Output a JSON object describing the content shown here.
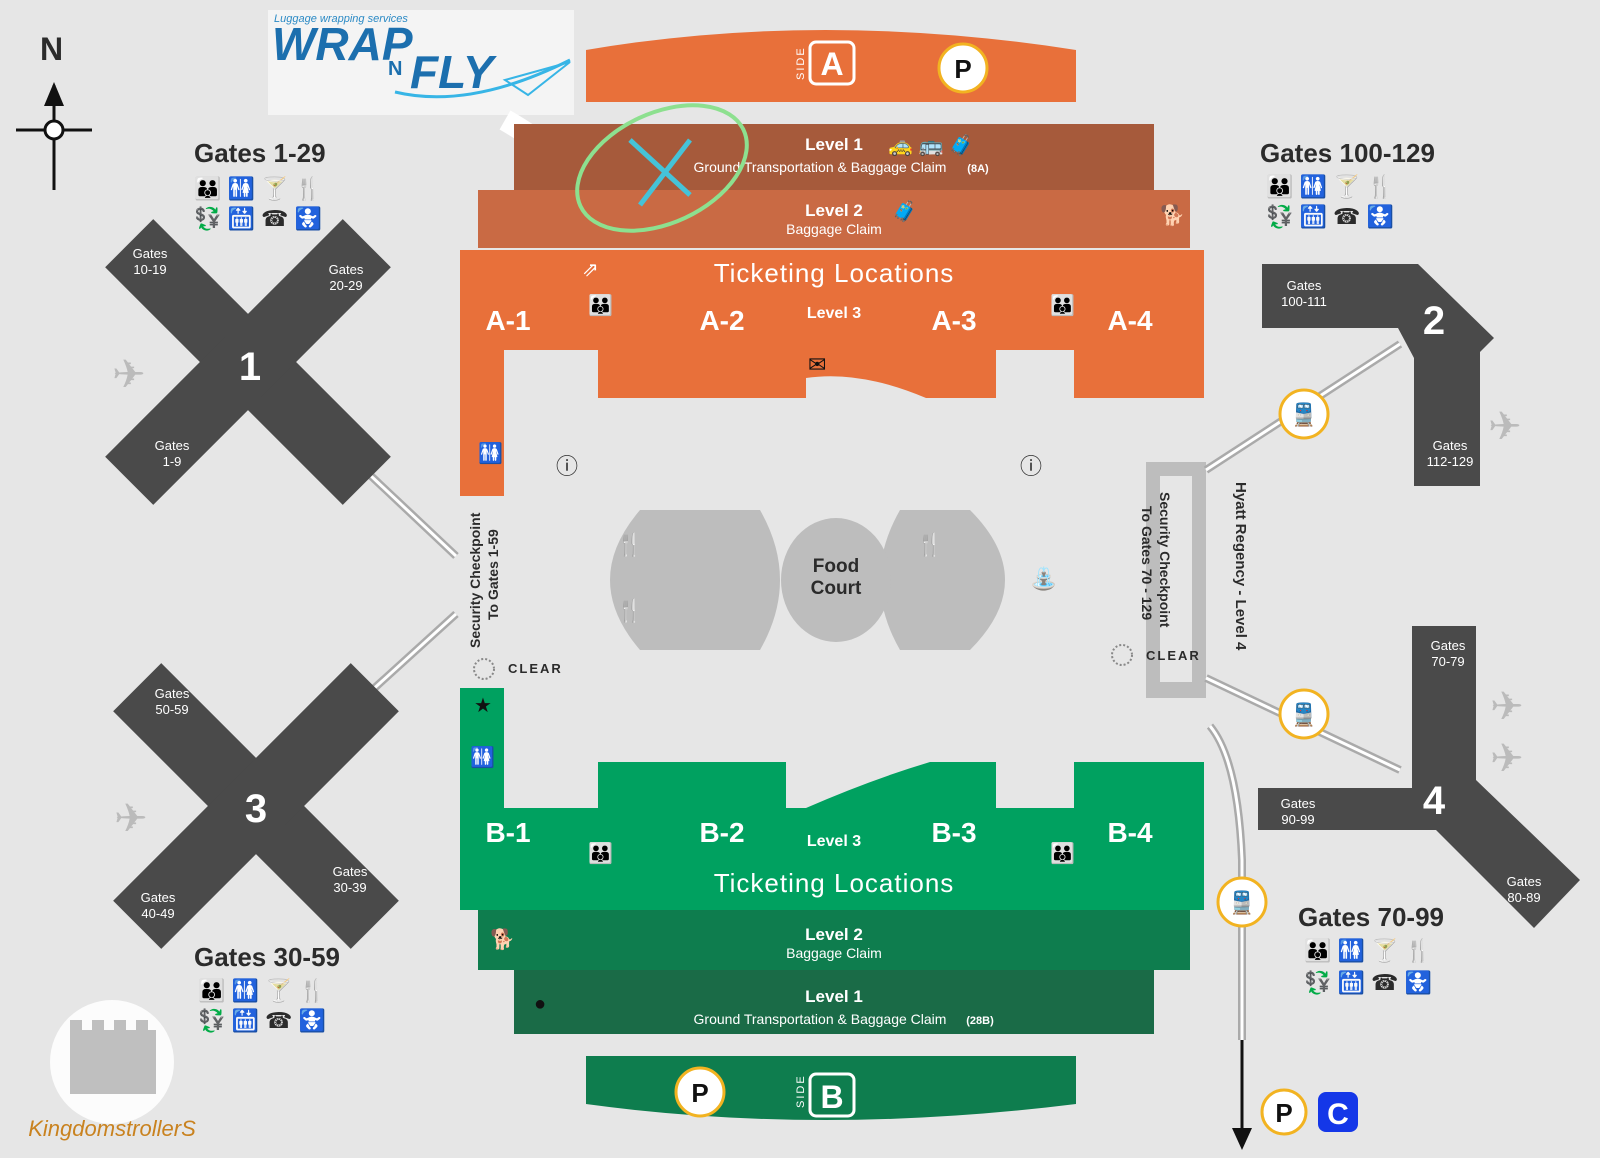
{
  "compass": {
    "north": "N"
  },
  "logo": {
    "tagline": "Luggage wrapping services",
    "wrap": "WRAP",
    "n": "N",
    "fly": "FLY"
  },
  "watermark": {
    "text": "KingdomstrollerS"
  },
  "side_a": {
    "side": "SIDE",
    "letter": "A",
    "parking": "P"
  },
  "side_b": {
    "side": "SIDE",
    "letter": "B",
    "parking": "P"
  },
  "north_terminal": {
    "level1": {
      "title": "Level 1",
      "sub": "Ground Transportation & Baggage Claim",
      "tag": "(8A)"
    },
    "level2": {
      "title": "Level 2",
      "sub": "Baggage Claim"
    },
    "ticketing": "Ticketing Locations",
    "level3": "Level 3",
    "counters": [
      "A-1",
      "A-2",
      "A-3",
      "A-4"
    ]
  },
  "south_terminal": {
    "level1": {
      "title": "Level 1",
      "sub": "Ground Transportation & Baggage Claim",
      "tag": "(28B)"
    },
    "level2": {
      "title": "Level 2",
      "sub": "Baggage Claim"
    },
    "ticketing": "Ticketing Locations",
    "level3": "Level 3",
    "counters": [
      "B-1",
      "B-2",
      "B-3",
      "B-4"
    ]
  },
  "food_court": {
    "line1": "Food",
    "line2": "Court"
  },
  "security_west": {
    "line1": "Security Checkpoint",
    "line2": "To Gates 1-59"
  },
  "security_east": {
    "line1": "Security Checkpoint",
    "line2": "To Gates 70 - 129"
  },
  "hyatt": "Hyatt Regency - Level 4",
  "clear": "CLEAR",
  "airside1": {
    "number": "1",
    "title": "Gates 1-29",
    "labels": [
      "Gates",
      "10-19",
      "Gates",
      "20-29",
      "Gates",
      "1-9"
    ]
  },
  "airside2": {
    "number": "2",
    "title": "Gates 100-129",
    "labels": [
      "Gates",
      "100-111",
      "Gates",
      "112-129"
    ]
  },
  "airside3": {
    "number": "3",
    "title": "Gates 30-59",
    "labels": [
      "Gates",
      "50-59",
      "Gates",
      "30-39",
      "Gates",
      "40-49"
    ]
  },
  "airside4": {
    "number": "4",
    "title": "Gates 70-99",
    "labels": [
      "Gates",
      "70-79",
      "Gates",
      "90-99",
      "Gates",
      "80-89"
    ]
  },
  "bottom_right": {
    "parking": "P",
    "lot": "C"
  },
  "colors": {
    "orange": "#e8703a",
    "green": "#00a160",
    "dark_green": "#0e7d4e",
    "gray": "#4a4a4a",
    "bg": "#e6e6e6"
  }
}
